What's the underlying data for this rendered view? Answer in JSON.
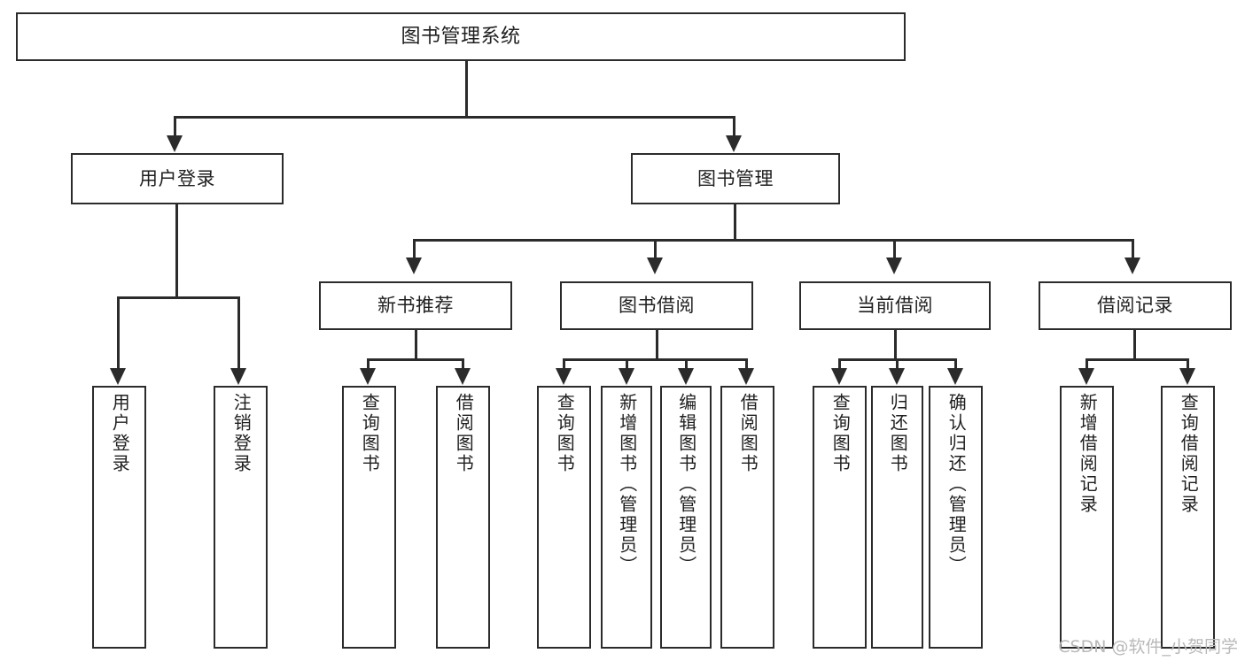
{
  "diagram": {
    "title": "图书管理系统",
    "type": "tree-hierarchy",
    "watermark": "CSDN @软件_小贺同学",
    "root": {
      "label": "图书管理系统"
    },
    "level2": [
      {
        "label": "用户登录"
      },
      {
        "label": "图书管理"
      }
    ],
    "level3": [
      {
        "label": "新书推荐"
      },
      {
        "label": "图书借阅"
      },
      {
        "label": "当前借阅"
      },
      {
        "label": "借阅记录"
      }
    ],
    "leaves": {
      "user_login": [
        {
          "label": "用户登录"
        },
        {
          "label": "注销登录"
        }
      ],
      "new_book_recommend": [
        {
          "label": "查询图书"
        },
        {
          "label": "借阅图书"
        }
      ],
      "book_borrow": [
        {
          "label": "查询图书"
        },
        {
          "label": "新增图书（管理员）"
        },
        {
          "label": "编辑图书（管理员）"
        },
        {
          "label": "借阅图书"
        }
      ],
      "current_borrow": [
        {
          "label": "查询图书"
        },
        {
          "label": "归还图书"
        },
        {
          "label": "确认归还（管理员）"
        }
      ],
      "borrow_record": [
        {
          "label": "新增借阅记录"
        },
        {
          "label": "查询借阅记录"
        }
      ]
    }
  },
  "colors": {
    "stroke": "#2b2b2b",
    "background": "#ffffff",
    "text": "#1f1f1f",
    "watermark": "#b9b9b9"
  }
}
